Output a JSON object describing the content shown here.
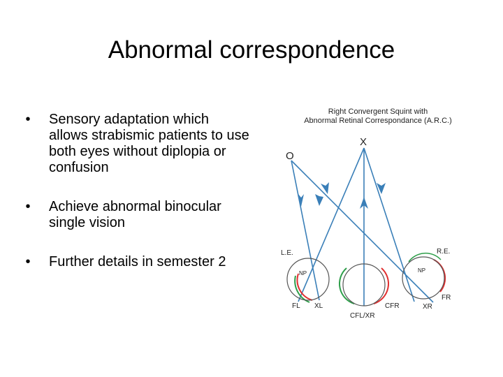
{
  "slide": {
    "title": "Abnormal correspondence",
    "bullets": [
      "Sensory adaptation which allows strabismic patients to use both eyes without diplopia or confusion",
      "Achieve abnormal binocular single vision",
      "Further details in semester 2"
    ],
    "bullet_glyph": "•"
  },
  "diagram": {
    "title_line1": "Right Convergent Squint with",
    "title_line2": "Abnormal Retinal Correspondance (A.R.C.)",
    "labels": {
      "object_o": "O",
      "object_x": "X",
      "left_eye": "L.E.",
      "right_eye": "R.E.",
      "np_left": "NP",
      "np_right": "NP",
      "fl": "FL",
      "xl": "XL",
      "cfr": "CFR",
      "xr": "XR",
      "fr": "FR",
      "cfl_xr": "CFL/XR"
    },
    "colors": {
      "ray": "#3a7fb8",
      "eye_outline": "#555555",
      "green_arc": "#2e9e4a",
      "red_arc": "#e03030"
    }
  }
}
